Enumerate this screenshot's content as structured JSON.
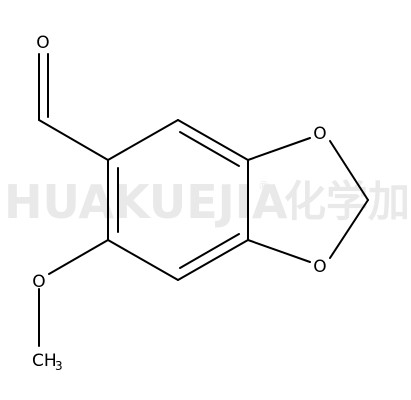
{
  "watermark": {
    "latin": "HUAKUEJIA",
    "registered": "®",
    "cjk": "化学加"
  },
  "atoms": {
    "aldehyde_o": "O",
    "ring_o_top": "O",
    "ring_o_bottom": "O",
    "methoxy_o": "O",
    "methyl_c": "CH",
    "methyl_sub": "3"
  },
  "colors": {
    "ink": "#000000",
    "watermark": "#e9e9e9",
    "background": "#ffffff"
  }
}
